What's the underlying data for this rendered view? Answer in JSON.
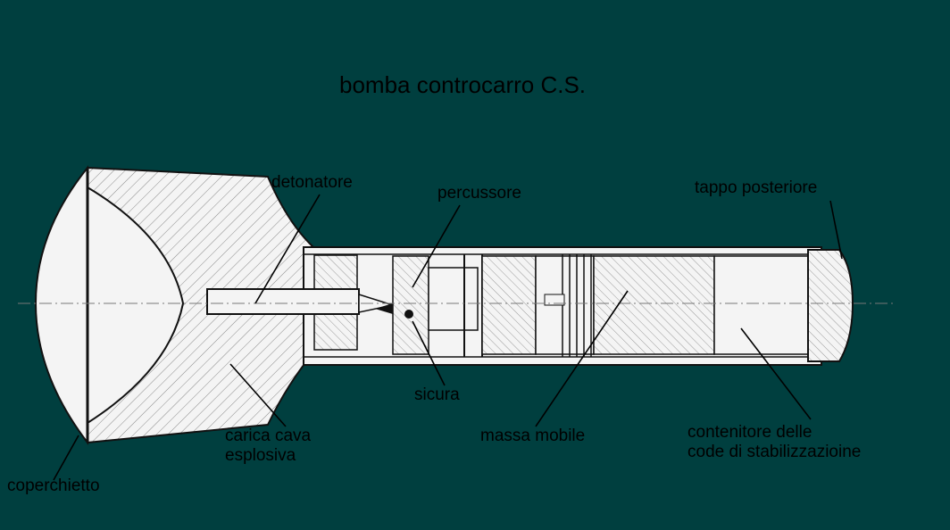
{
  "title": "bomba controcarro C.S.",
  "labels": {
    "detonatore": "detonatore",
    "percussore": "percussore",
    "tappo_posteriore": "tappo posteriore",
    "sicura": "sicura",
    "massa_mobile": "massa mobile",
    "carica_cava_line1": "carica cava",
    "carica_cava_line2": "esplosiva",
    "contenitore_line1": "contenitore delle",
    "contenitore_line2": "code di stabilizzazioine",
    "coperchietto": "coperchietto"
  },
  "colors": {
    "background": "#003f3f",
    "body_fill": "#f4f4f4",
    "ink": "#111111"
  }
}
